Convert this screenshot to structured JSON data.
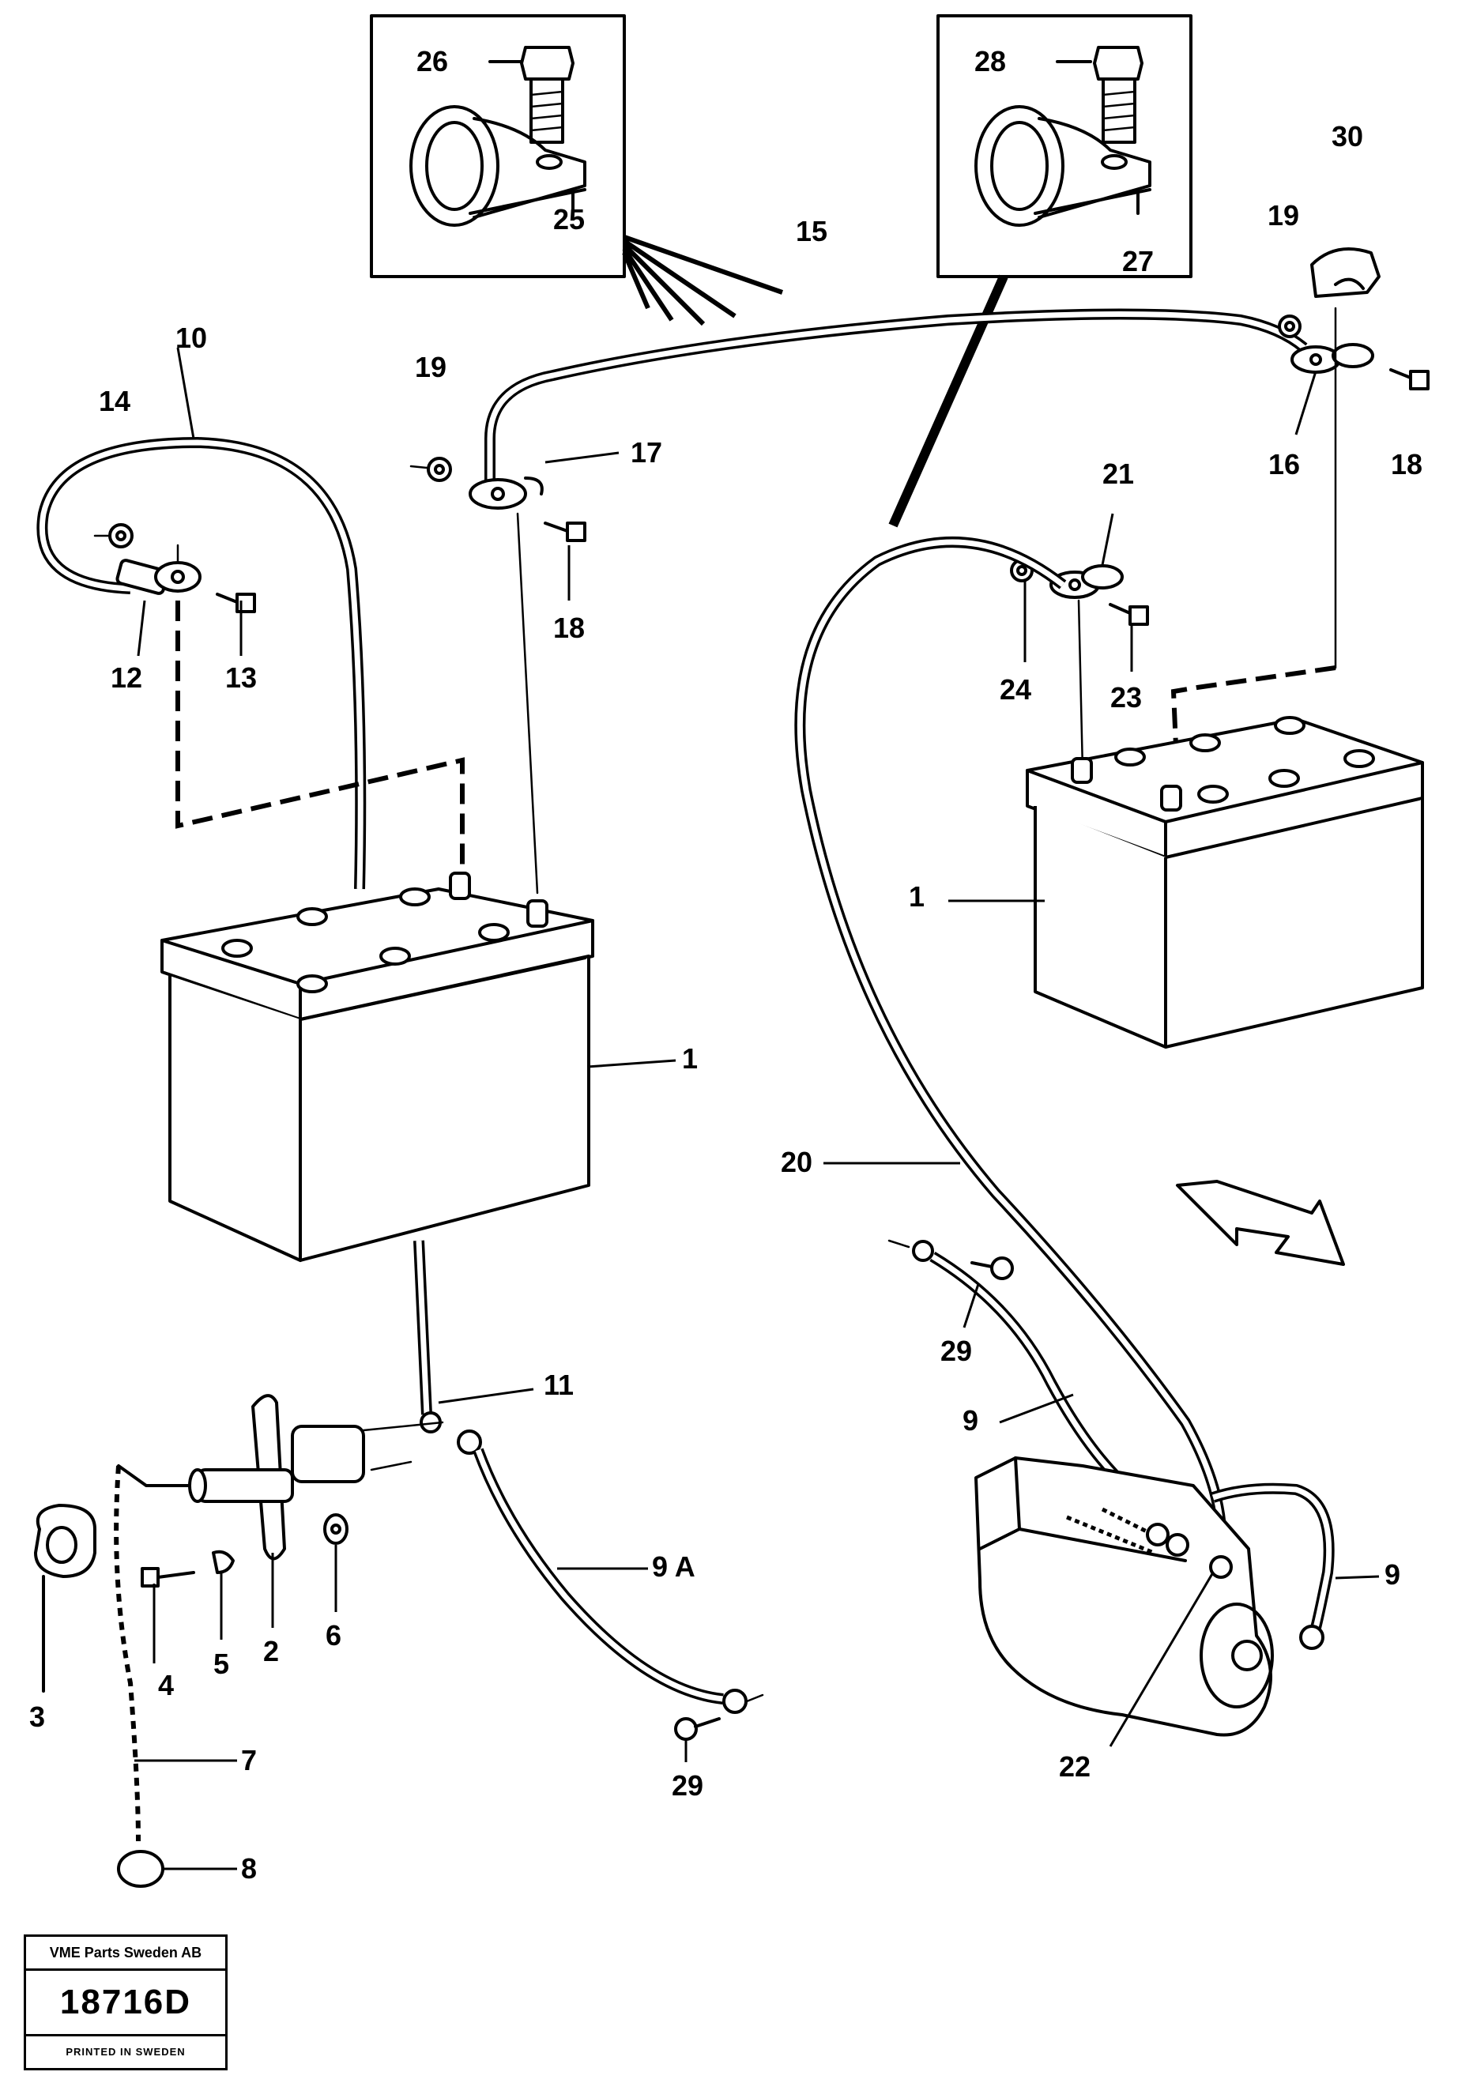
{
  "callouts": {
    "c1a": "1",
    "c1b": "1",
    "c2": "2",
    "c3": "3",
    "c4": "4",
    "c5": "5",
    "c6": "6",
    "c7": "7",
    "c8": "8",
    "c9a": "9",
    "c9b": "9",
    "c9A": "9 A",
    "c10": "10",
    "c11": "11",
    "c12": "12",
    "c13": "13",
    "c14": "14",
    "c15": "15",
    "c16": "16",
    "c17": "17",
    "c18a": "18",
    "c18b": "18",
    "c19a": "19",
    "c19b": "19",
    "c20": "20",
    "c21": "21",
    "c22": "22",
    "c23": "23",
    "c24": "24",
    "c25": "25",
    "c26": "26",
    "c27": "27",
    "c28": "28",
    "c29a": "29",
    "c29b": "29",
    "c30": "30"
  },
  "stamp": {
    "company": "VME Parts Sweden AB",
    "drawing_number": "18716D",
    "printed": "PRINTED IN SWEDEN"
  }
}
